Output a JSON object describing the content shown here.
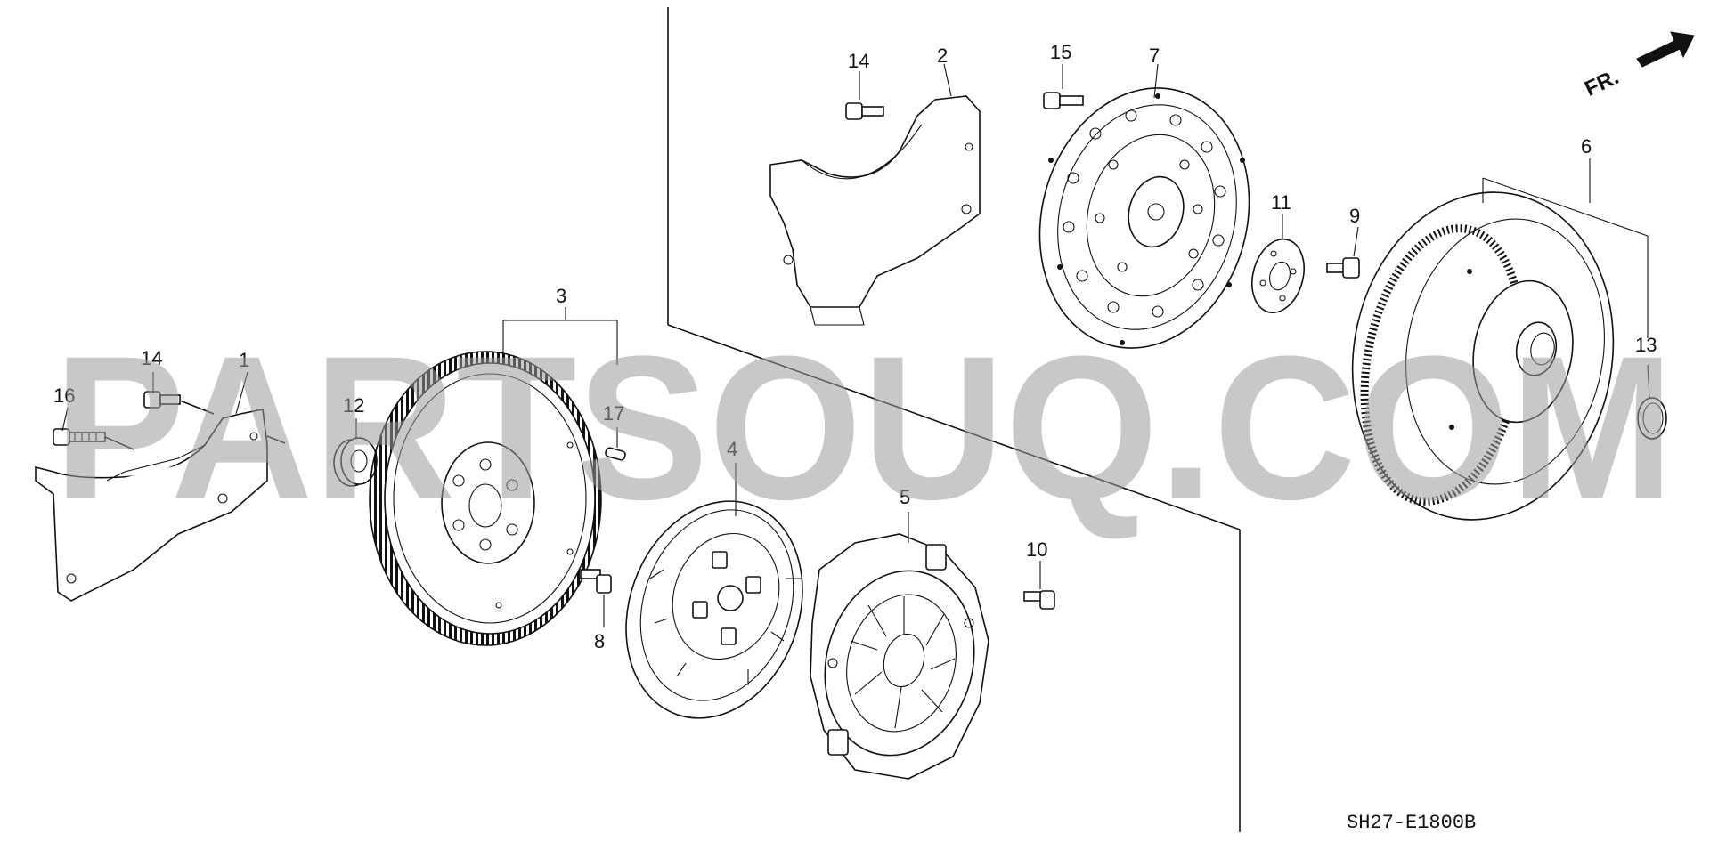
{
  "diagram": {
    "drawing_code": "SH27-E1800B",
    "front_indicator": "FR.",
    "watermark": "PARTSOUQ.COM",
    "callouts": [
      "1",
      "2",
      "3",
      "4",
      "5",
      "6",
      "7",
      "8",
      "9",
      "10",
      "11",
      "12",
      "13",
      "14",
      "14",
      "15",
      "16",
      "17"
    ]
  }
}
